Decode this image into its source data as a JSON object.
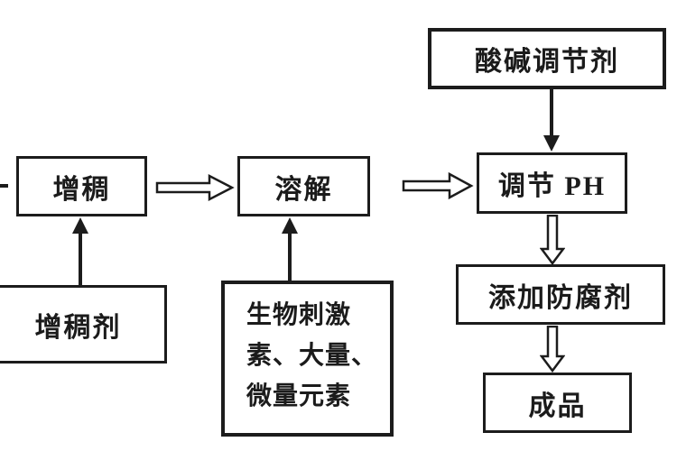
{
  "diagram": {
    "title": "production-process-flowchart",
    "background_color": "#ffffff",
    "line_color": "#1c1c1c",
    "nodes": {
      "zengchou": {
        "label": "增稠"
      },
      "rongjie": {
        "label": "溶解"
      },
      "tiaojie_ph": {
        "label": "调节 PH"
      },
      "suanjian": {
        "label": "酸碱调节剂"
      },
      "zengchouji": {
        "label": "增稠剂"
      },
      "shengwu": {
        "label": "生物刺激素、大量、微量元素",
        "lines": [
          "生物刺激",
          "素、大量、",
          "微量元素"
        ]
      },
      "tianjia": {
        "label": "添加防腐剂"
      },
      "chengpin": {
        "label": "成品"
      }
    },
    "edges": [
      {
        "from": "off-screen-left",
        "to": "zengchou",
        "style": "fragment"
      },
      {
        "from": "zengchou",
        "to": "rongjie",
        "style": "hollow-right-arrow"
      },
      {
        "from": "rongjie",
        "to": "tiaojie_ph",
        "style": "hollow-right-arrow"
      },
      {
        "from": "suanjian",
        "to": "tiaojie_ph",
        "style": "solid-down-arrow"
      },
      {
        "from": "zengchouji",
        "to": "zengchou",
        "style": "solid-up-arrow"
      },
      {
        "from": "shengwu",
        "to": "rongjie",
        "style": "solid-up-arrow"
      },
      {
        "from": "tiaojie_ph",
        "to": "tianjia",
        "style": "hollow-down-arrow"
      },
      {
        "from": "tianjia",
        "to": "chengpin",
        "style": "hollow-down-arrow"
      }
    ]
  }
}
